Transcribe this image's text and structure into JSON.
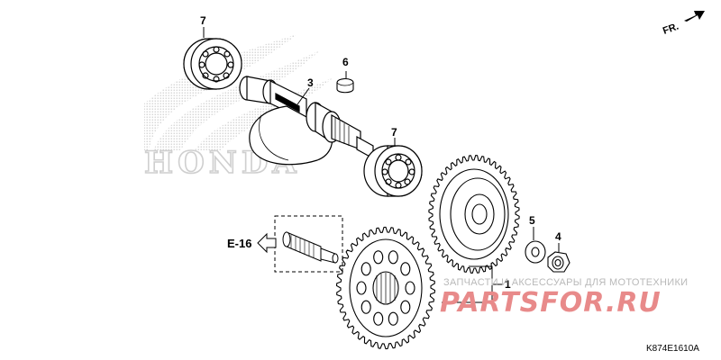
{
  "diagram": {
    "code": "K874E1610A",
    "direction": "FR.",
    "reference": "E-16",
    "callouts": {
      "bearing_top": "7",
      "key": "6",
      "shaft": "3",
      "bearing_mid": "7",
      "gear_assy": "1",
      "washer": "5",
      "nut": "4"
    }
  },
  "watermark": {
    "brand": "HONDA",
    "caption": "ЗАПЧАСТИ И АКСЕССУАРЫ ДЛЯ МОТОТЕХНИКИ",
    "logo": "PARTSFOR.RU"
  },
  "colors": {
    "line": "#000000",
    "watermark_gray": "#c8c8c8",
    "watermark_red": "#e88a8a"
  }
}
